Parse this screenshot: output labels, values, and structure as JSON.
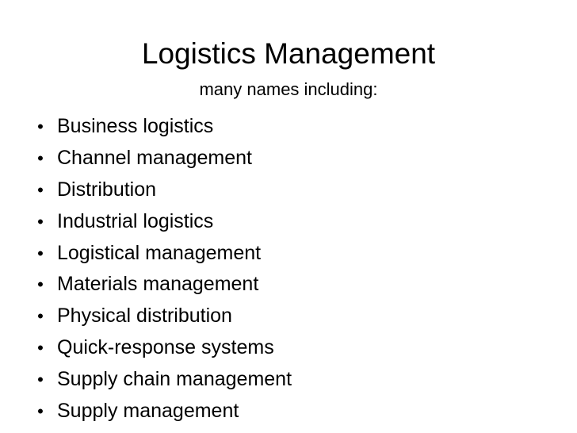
{
  "slide": {
    "title": "Logistics Management",
    "subtitle": "many names including:",
    "bullet_glyph": "•",
    "bullets": [
      "Business logistics",
      "Channel management",
      "Distribution",
      "Industrial logistics",
      "Logistical management",
      "Materials management",
      "Physical distribution",
      "Quick-response systems",
      "Supply chain management",
      "Supply management"
    ]
  }
}
